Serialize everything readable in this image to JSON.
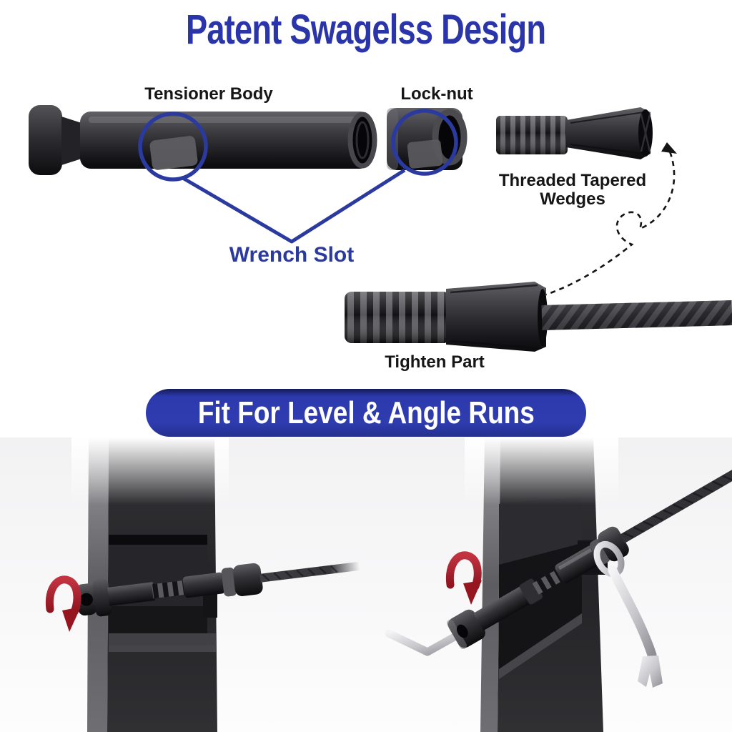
{
  "title": {
    "text": "Patent Swagelss Design",
    "color": "#2b35aa"
  },
  "diagram": {
    "labels": {
      "tensioner_body": "Tensioner Body",
      "lock_nut": "Lock-nut",
      "threaded_tapered_line1": "Threaded Tapered",
      "threaded_tapered_line2": "Wedges",
      "wrench_slot": "Wrench Slot",
      "tighten_part": "Tighten Part"
    },
    "colors": {
      "callout_blue": "#2b3a9e",
      "label_black": "#161616",
      "hardware_dark": "#2a2a2e"
    }
  },
  "banner": {
    "text": "Fit For Level & Angle Runs",
    "bg_color": "#2c3aad",
    "text_color": "#ffffff"
  },
  "photos": {
    "rotation_arrow_color": "#a6202a",
    "tool_silver": "#d9d9dd",
    "post_dark": "#28282b"
  }
}
